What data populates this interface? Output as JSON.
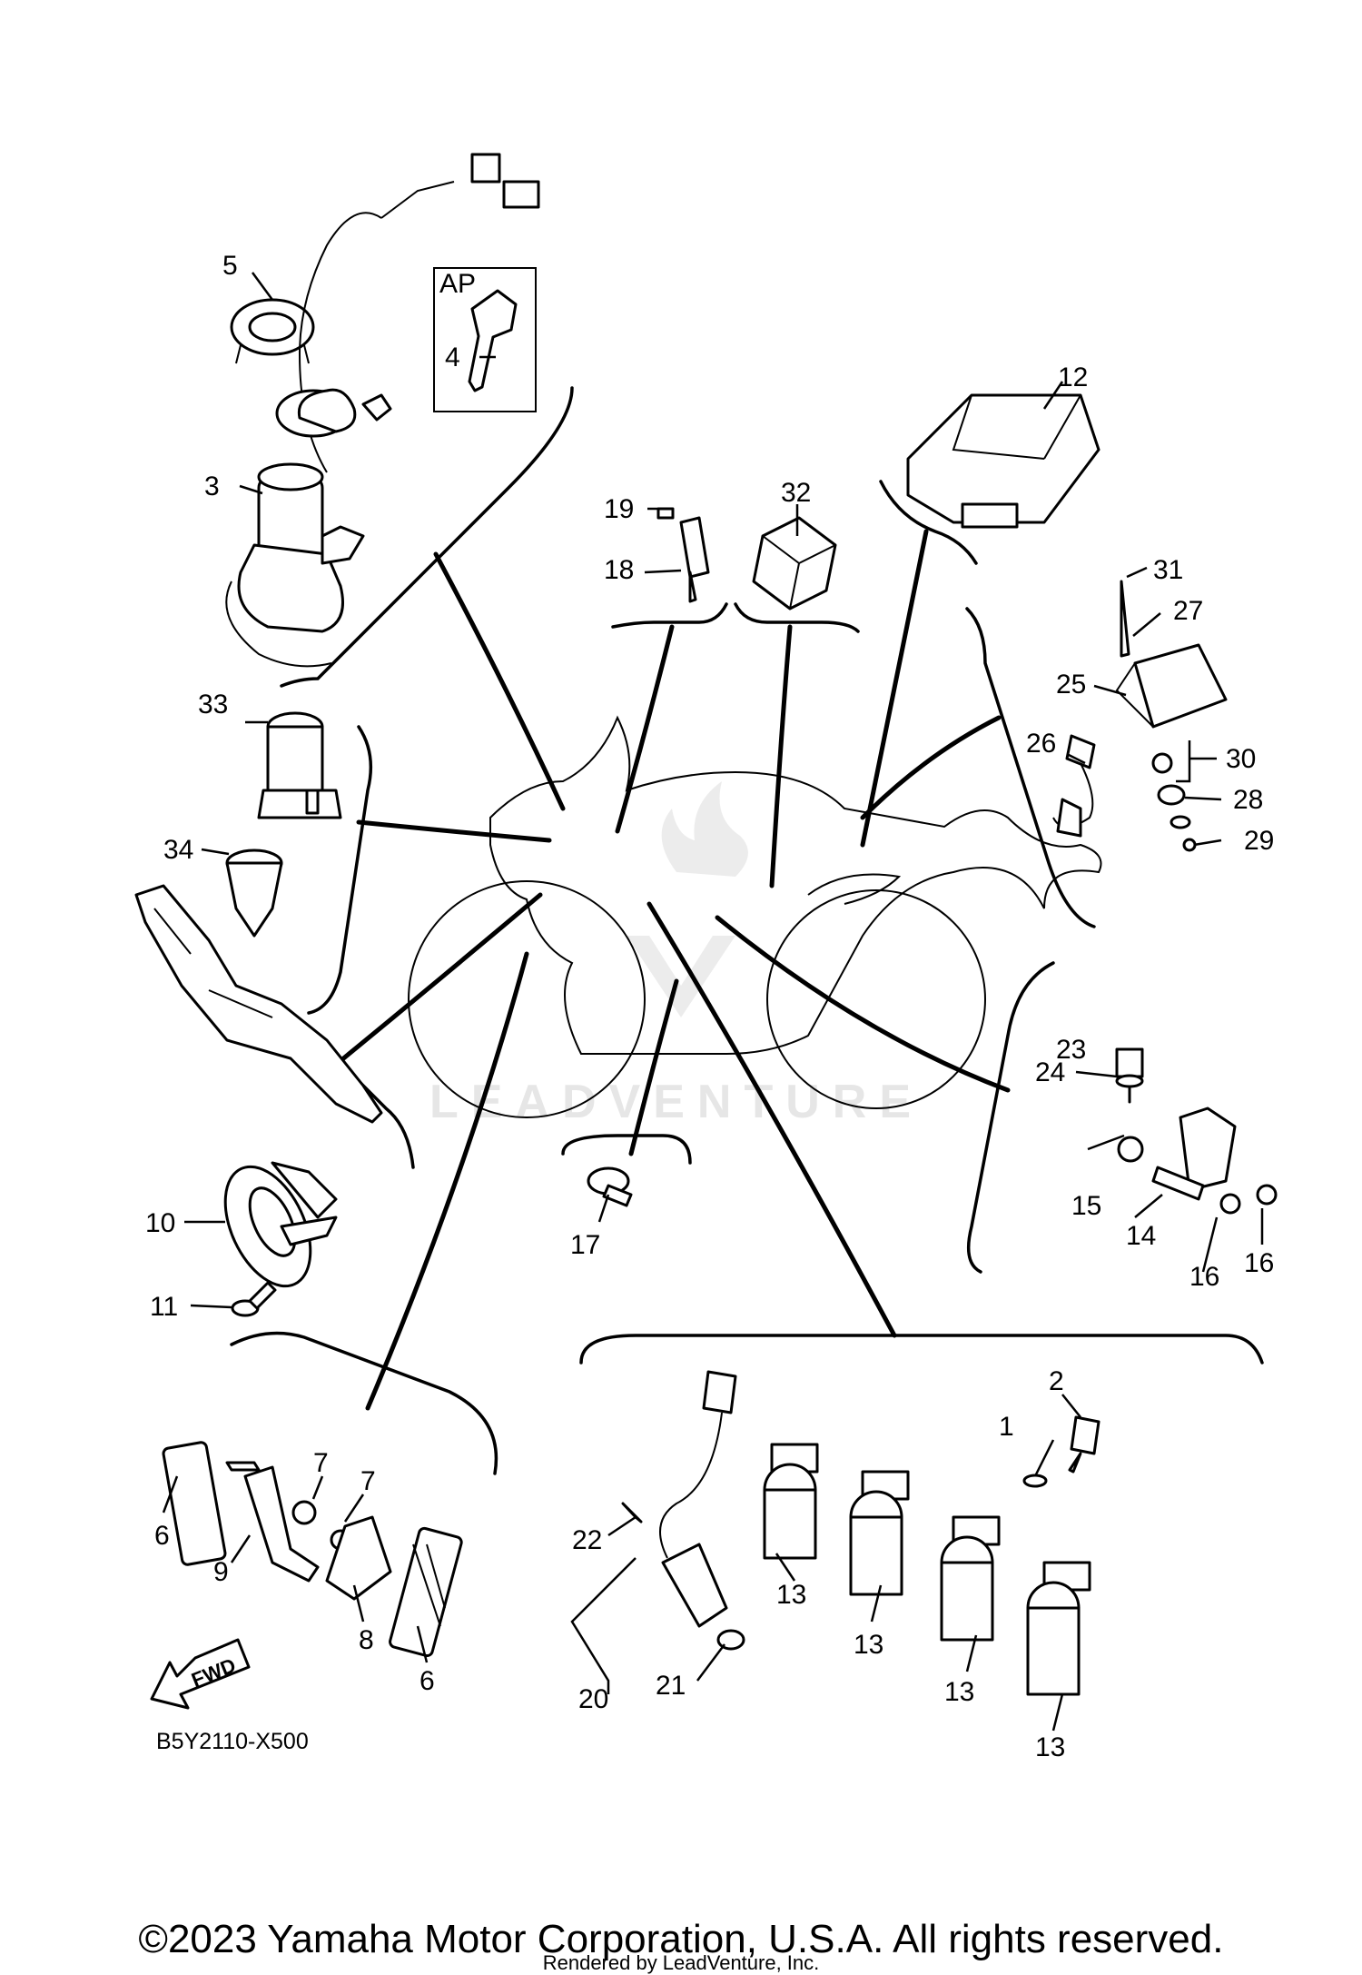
{
  "diagram": {
    "callouts": [
      {
        "id": "c1",
        "label": "1"
      },
      {
        "id": "c2",
        "label": "2"
      },
      {
        "id": "c3",
        "label": "3"
      },
      {
        "id": "c4",
        "label": "4"
      },
      {
        "id": "c5",
        "label": "5"
      },
      {
        "id": "c6a",
        "label": "6"
      },
      {
        "id": "c6b",
        "label": "6"
      },
      {
        "id": "c7a",
        "label": "7"
      },
      {
        "id": "c7b",
        "label": "7"
      },
      {
        "id": "c8",
        "label": "8"
      },
      {
        "id": "c9",
        "label": "9"
      },
      {
        "id": "c10",
        "label": "10"
      },
      {
        "id": "c11",
        "label": "11"
      },
      {
        "id": "c12",
        "label": "12"
      },
      {
        "id": "c13a",
        "label": "13"
      },
      {
        "id": "c13b",
        "label": "13"
      },
      {
        "id": "c13c",
        "label": "13"
      },
      {
        "id": "c13d",
        "label": "13"
      },
      {
        "id": "c14",
        "label": "14"
      },
      {
        "id": "c15",
        "label": "15"
      },
      {
        "id": "c16a",
        "label": "16"
      },
      {
        "id": "c16b",
        "label": "16"
      },
      {
        "id": "c17",
        "label": "17"
      },
      {
        "id": "c18",
        "label": "18"
      },
      {
        "id": "c19",
        "label": "19"
      },
      {
        "id": "c20",
        "label": "20"
      },
      {
        "id": "c21",
        "label": "21"
      },
      {
        "id": "c22",
        "label": "22"
      },
      {
        "id": "c23",
        "label": "23"
      },
      {
        "id": "c24",
        "label": "24"
      },
      {
        "id": "c25",
        "label": "25"
      },
      {
        "id": "c26",
        "label": "26"
      },
      {
        "id": "c27",
        "label": "27"
      },
      {
        "id": "c28",
        "label": "28"
      },
      {
        "id": "c29",
        "label": "29"
      },
      {
        "id": "c30",
        "label": "30"
      },
      {
        "id": "c31",
        "label": "31"
      },
      {
        "id": "c32",
        "label": "32"
      },
      {
        "id": "c33",
        "label": "33"
      },
      {
        "id": "c34",
        "label": "34"
      }
    ],
    "ap_label": "AP",
    "fwd_label": "FWD",
    "diagram_code": "B5Y2110-X500",
    "watermark": "LEADVENTURE"
  },
  "footer": {
    "copyright": "©2023 Yamaha Motor Corporation, U.S.A. All rights reserved.",
    "rendered_by": "Rendered by LeadVenture, Inc."
  }
}
